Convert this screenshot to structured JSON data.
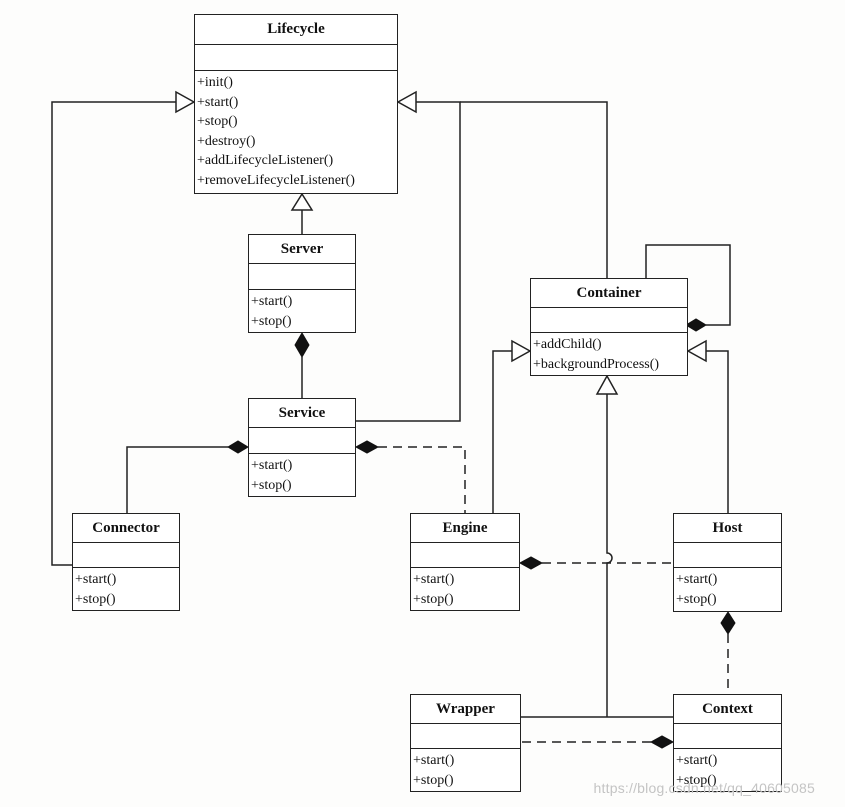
{
  "classes": {
    "lifecycle": {
      "name": "Lifecycle",
      "methods": [
        "+init()",
        "+start()",
        "+stop()",
        "+destroy()",
        "+addLifecycleListener()",
        "+removeLifecycleListener()"
      ]
    },
    "server": {
      "name": "Server",
      "methods": [
        "+start()",
        "+stop()"
      ]
    },
    "service": {
      "name": "Service",
      "methods": [
        "+start()",
        "+stop()"
      ]
    },
    "connector": {
      "name": "Connector",
      "methods": [
        "+start()",
        "+stop()"
      ]
    },
    "container": {
      "name": "Container",
      "methods": [
        "+addChild()",
        "+backgroundProcess()"
      ]
    },
    "engine": {
      "name": "Engine",
      "methods": [
        "+start()",
        "+stop()"
      ]
    },
    "host": {
      "name": "Host",
      "methods": [
        "+start()",
        "+stop()"
      ]
    },
    "wrapper": {
      "name": "Wrapper",
      "methods": [
        "+start()",
        "+stop()"
      ]
    },
    "context": {
      "name": "Context",
      "methods": [
        "+start()",
        "+stop()"
      ]
    }
  },
  "watermark": "https://blog.csdn.net/qq_40605085",
  "colors": {
    "line": "#222222",
    "background": "#fdfdfc"
  }
}
